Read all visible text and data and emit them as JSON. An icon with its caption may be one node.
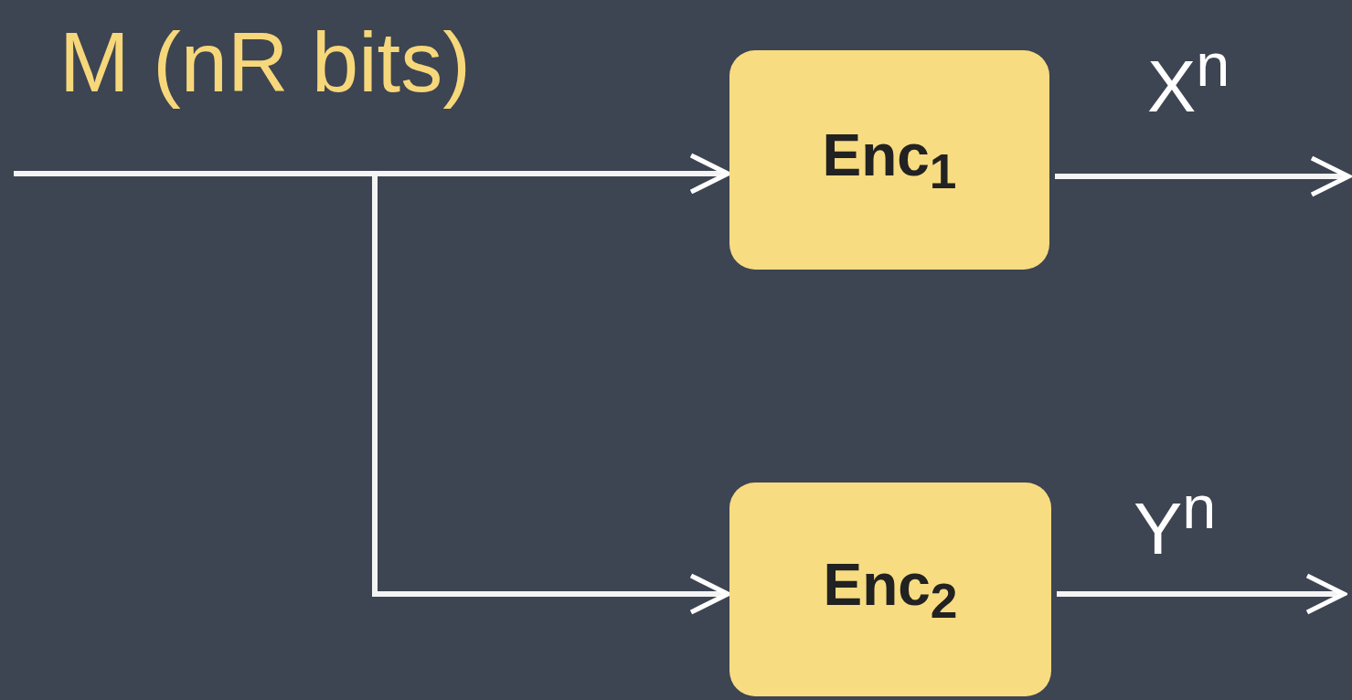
{
  "diagram": {
    "nodes": [
      {
        "text": [
          "Enc$_{1}$"
        ]
      },
      {
        "text": [
          "Enc$_{2}$"
        ]
      }
    ],
    "edges": [
      {
        "from": null,
        "to": 0,
        "arrow": "to",
        "label": "M (nR bits)"
      },
      {
        "from": null,
        "to": 1,
        "arrow": "to"
      },
      {
        "from": 0,
        "to": null,
        "arrow": "to",
        "label": "X$^{n}$"
      },
      {
        "from": 1,
        "to": null,
        "arrow": "to",
        "label": "Y$^{n}$"
      }
    ]
  }
}
